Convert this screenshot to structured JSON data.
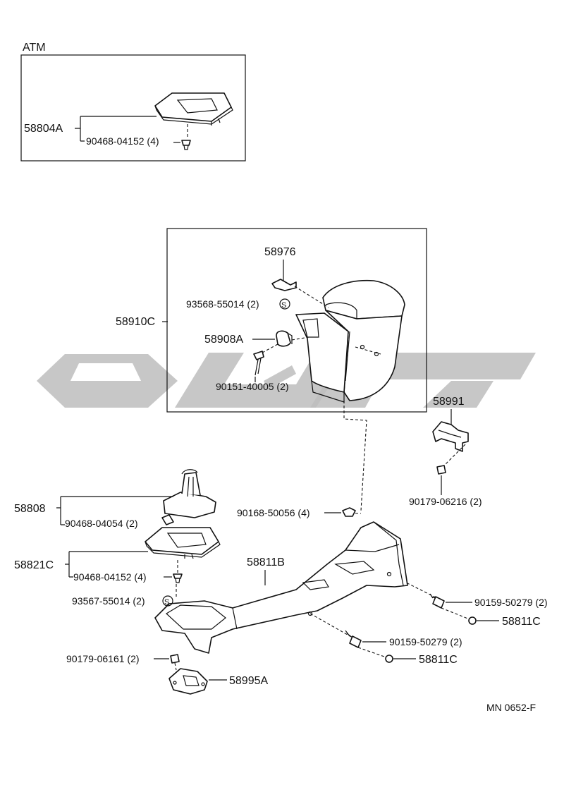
{
  "watermark": {
    "color": "#bdbdbd"
  },
  "colors": {
    "line": "#111111",
    "background": "#ffffff"
  },
  "atm_group": {
    "title": "ATM",
    "part_upper": "58804A",
    "part_screw": "90468-04152 (4)"
  },
  "upper_box": {
    "assembly": "58910C",
    "clip": "58976",
    "s_clip": "93568-55014 (2)",
    "s_mark": "S",
    "catch": "58908A",
    "screw": "90151-40005 (2)"
  },
  "right_group": {
    "bracket": "58991",
    "nut": "90179-06216 (2)",
    "screw_front": "90159-50279 (2)",
    "cap_front": "58811C",
    "screw_rear": "90159-50279 (2)",
    "cap_rear": "58811C"
  },
  "left_group": {
    "boot": "58808",
    "boot_screw": "90468-04054 (2)",
    "panel": "58821C",
    "panel_screw": "90468-04152 (4)",
    "s_clip": "93567-55014 (2)",
    "s_mark": "S",
    "nut": "90179-06161 (2)",
    "bracket": "58995A"
  },
  "center": {
    "console": "58811B",
    "clip": "90168-50056 (4)"
  },
  "footer": {
    "code": "MN  0652-F"
  }
}
